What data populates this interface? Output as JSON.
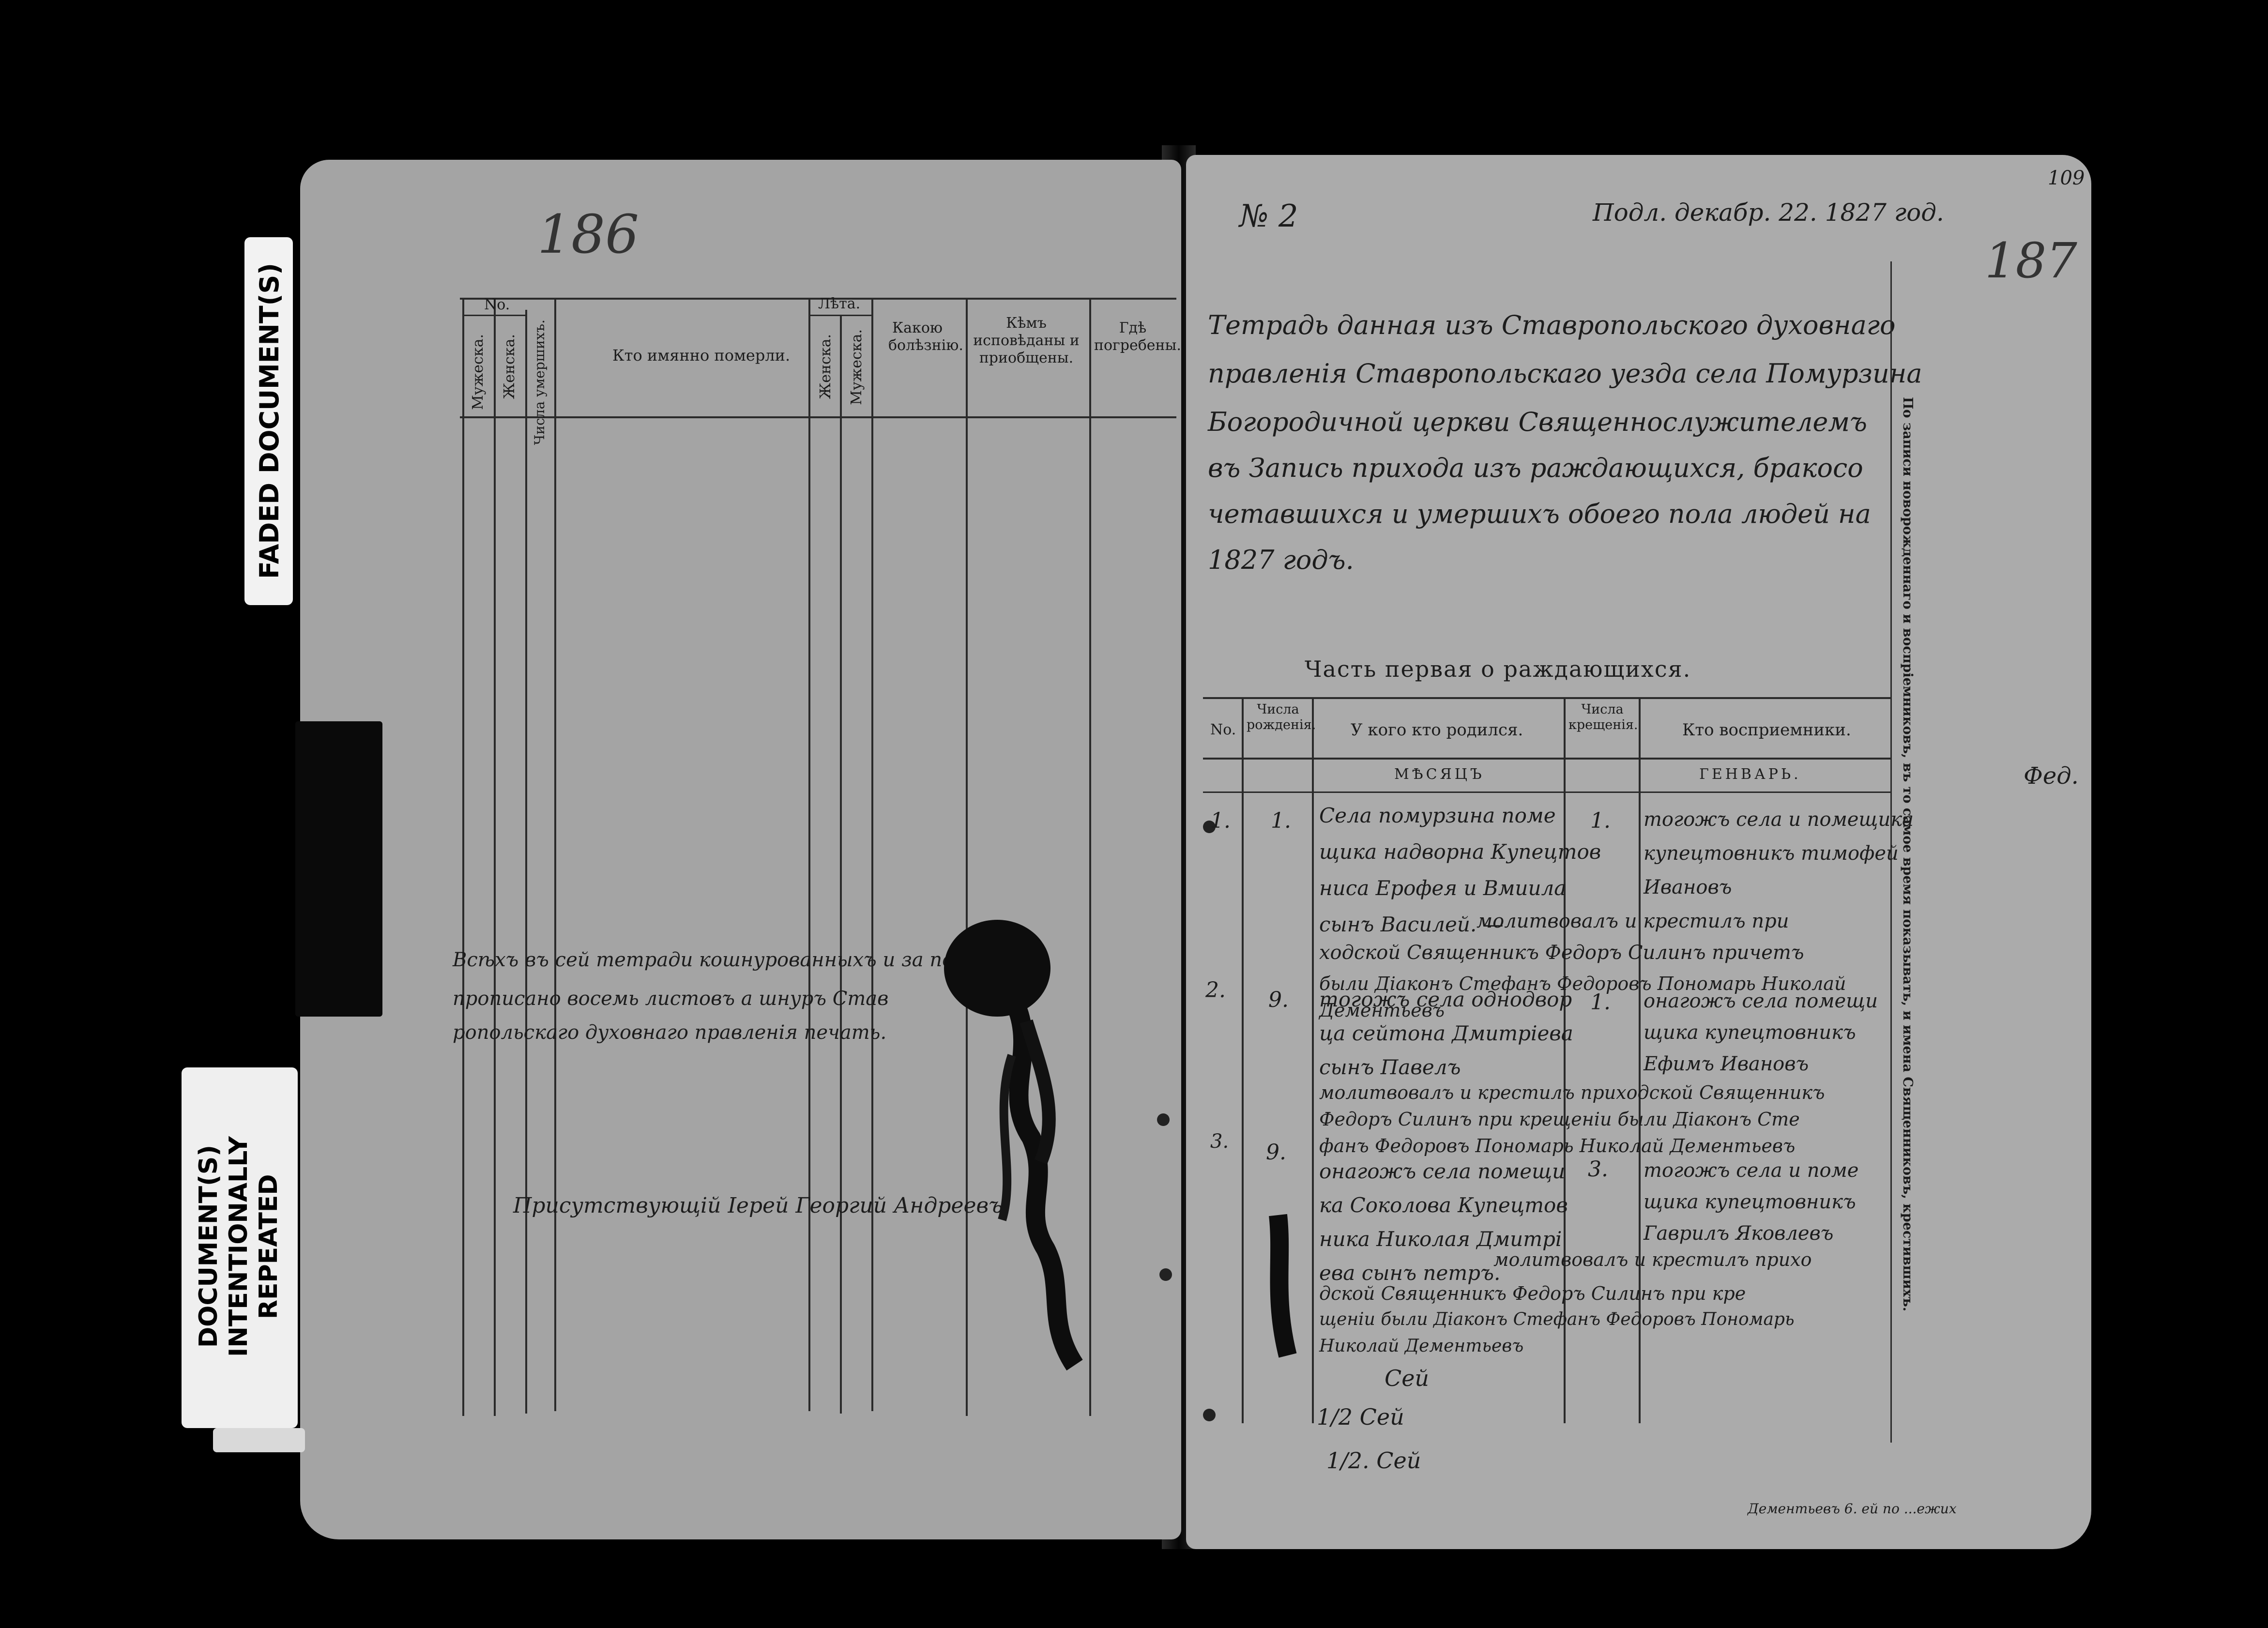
{
  "left_page": {
    "page_number": "186",
    "columns": {
      "no": "No.",
      "male": "Мужеска.",
      "female": "Женска.",
      "deceased_count": "Числа умершихъ.",
      "who_died": "Кто имянно померли.",
      "years": "Лѣта.",
      "years_female": "Женска.",
      "years_male": "Мужеска.",
      "disease": "Какою болѣзнію.",
      "confessed_by": "Кѣмъ исповѣданы и приобщены.",
      "buried_where": "Гдѣ погребены."
    },
    "certification": [
      "Всѣхъ въ сей тетради кошнурованныхъ и за печатію",
      "прописано восемь листовъ а шнуръ Став",
      "ропольскаго духовнаго правленія печать."
    ],
    "signature": "Присутствующій Іерей Георгий Андреевъ"
  },
  "right_page": {
    "page_number": "187",
    "folio": "109",
    "number_mark": "№ 2",
    "top_note": "Подл. декабр. 22. 1827 год.",
    "title": [
      "Тетрадь данная изъ Ставропольского духовнаго",
      "правленія Ставропольскаго уезда села Помурзина",
      "Богородичной церкви Священнослужителемъ",
      "въ Запись прихода изъ раждающихся, бракосо",
      "четавшихся и умершихъ обоего пола людей на",
      "1827 годъ."
    ],
    "section_title": "Часть первая о раждающихся.",
    "columns": {
      "no": "No.",
      "birth_day": "Числа рожденія.",
      "who_born": "У кого кто родился.",
      "baptism_day": "Числа крещенія.",
      "godparents": "Кто восприемники."
    },
    "month_label": "МѢСЯЦЪ",
    "month_value": "ГЕНВАРЬ.",
    "margin_vertical": "По записи новорожденнаго и воспріемниковъ, въ то самое время показывать, и имена Священниковъ, крестившихъ.",
    "margin_note": "Фед.",
    "entries": [
      {
        "no": "1.",
        "birth": "1.",
        "born": [
          "Села помурзина поме",
          "щика надворна Купецтов",
          "ниса Ерофея и Вмиила",
          "сынъ Василей. —"
        ],
        "baptism": "1.",
        "godparents": [
          "тогожъ села и помещика",
          "купецтовникъ тимофей",
          "Ивановъ"
        ]
      },
      {
        "no": "2.",
        "birth": "9.",
        "born": [
          "тогожъ села однодвор",
          "ца сейтона Дмитріева",
          "сынъ Павелъ"
        ],
        "baptism": "1.",
        "godparents": [
          "онагожъ села помещи",
          "щика купецтовникъ",
          "Ефимъ Ивановъ"
        ]
      },
      {
        "no": "3.",
        "birth": "9.",
        "born": [
          "онагожъ села помещи",
          "ка Соколова Купецтов",
          "ника Николая Дмитрі",
          "ева сынъ петръ."
        ],
        "baptism": "3.",
        "godparents": [
          "тогожъ села и поме",
          "щика купецтовникъ",
          "Гаврилъ Яковлевъ"
        ]
      }
    ],
    "baptism_notes": [
      "молитвовалъ и крестилъ при",
      "ходской Священникъ Федоръ Силинъ причетъ",
      "были Діаконъ Стефанъ Федоровъ Пономарь Николай",
      "Дементьевъ",
      "молитвовалъ и крестилъ приходской Священникъ",
      "Федоръ Силинъ при крещеніи были Діаконъ Сте",
      "фанъ Федоровъ Пономарь Николай Дементьевъ",
      "молитвовалъ и крестилъ прихо",
      "дской Священникъ Федоръ Силинъ при кре",
      "щеніи были Діаконъ Стефанъ Федоровъ Пономарь",
      "Николай Дементьевъ"
    ],
    "bottom_marks": [
      "Сей",
      "1/2 Сей",
      "1/2. Сей"
    ],
    "bottom_right_note": "Дементьевъ 6. ей по ...ежих"
  },
  "archive_tabs": {
    "faded": "FADED DOCUMENT(S)",
    "repeated": "DOCUMENT(S) INTENTIONALLY REPEATED"
  },
  "colors": {
    "background": "#000000",
    "paper": "#a9a9a9",
    "ink": "#1c1c1c",
    "tab": "#f2f2f2"
  }
}
